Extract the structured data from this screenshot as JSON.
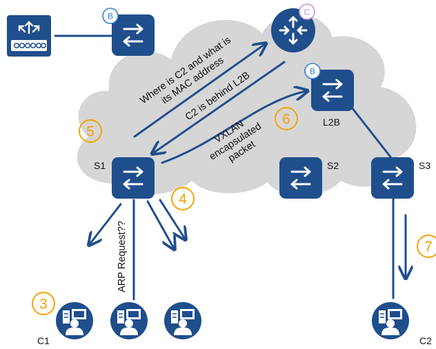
{
  "colors": {
    "device": "#1f4e8c",
    "link": "#1f4e8c",
    "cloud": "#d6d6d6",
    "step": "#f5a300",
    "badge_b": "#2f7fd1",
    "badge_c": "#c58ee0"
  },
  "badges": {
    "b": "B",
    "c": "C"
  },
  "devices": {
    "s1": {
      "label": "S1",
      "icon": "switch-icon"
    },
    "s2": {
      "label": "S2",
      "icon": "switch-icon"
    },
    "s3": {
      "label": "S3",
      "icon": "switch-icon"
    },
    "l2b": {
      "label": "L2B",
      "icon": "switch-icon"
    },
    "top_switch": {
      "icon": "switch-icon"
    },
    "router": {
      "icon": "router-icon"
    },
    "wan_device": {
      "icon": "wan-router-icon"
    }
  },
  "hosts": {
    "c1": {
      "label": "C1",
      "icon": "host-icon"
    },
    "c_mid": {
      "icon": "host-icon"
    },
    "c_right": {
      "icon": "host-icon"
    },
    "c2": {
      "label": "C2",
      "icon": "host-icon"
    }
  },
  "steps": [
    "3",
    "4",
    "5",
    "6",
    "7"
  ],
  "annotations": {
    "query_line1": "Where is C2 and what is",
    "query_line2": "its MAC address",
    "reply": "C2 is behind L2B",
    "vxlan_line1": "VXLAN",
    "vxlan_line2": "encapsulated",
    "vxlan_line3": "packet",
    "arp": "ARP Request??"
  }
}
